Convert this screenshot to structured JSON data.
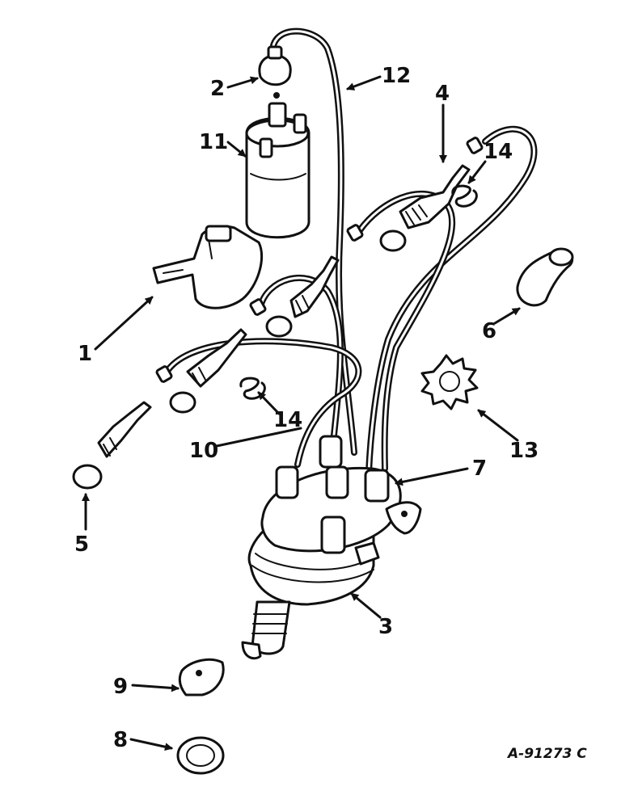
{
  "callouts": [
    {
      "id": "1",
      "label": "1"
    },
    {
      "id": "2",
      "label": "2"
    },
    {
      "id": "3",
      "label": "3"
    },
    {
      "id": "4",
      "label": "4"
    },
    {
      "id": "5",
      "label": "5"
    },
    {
      "id": "6",
      "label": "6"
    },
    {
      "id": "7",
      "label": "7"
    },
    {
      "id": "8",
      "label": "8"
    },
    {
      "id": "9",
      "label": "9"
    },
    {
      "id": "10",
      "label": "10"
    },
    {
      "id": "11",
      "label": "11"
    },
    {
      "id": "12",
      "label": "12"
    },
    {
      "id": "13",
      "label": "13"
    },
    {
      "id": "14a",
      "label": "14"
    },
    {
      "id": "14b",
      "label": "14"
    }
  ],
  "reference": "A-91273 C"
}
